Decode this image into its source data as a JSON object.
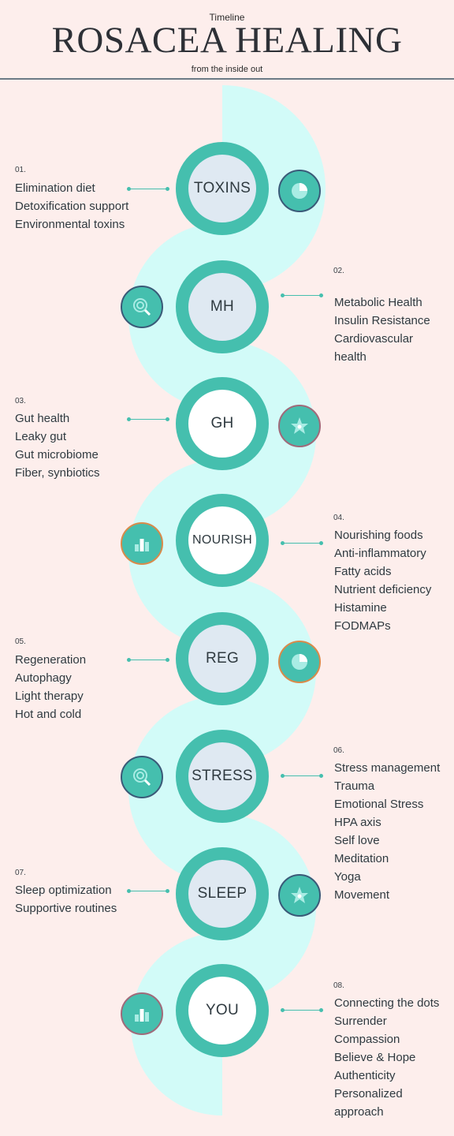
{
  "header": {
    "kicker": "Timeline",
    "title": "ROSACEA HEALING",
    "subtitle": "from the inside out"
  },
  "colors": {
    "background": "#fdeeec",
    "ring": "#45bfae",
    "path": "#d2fbf8",
    "ring_fill_blue": "#dfe9f2",
    "text": "#2f3a40"
  },
  "steps": [
    {
      "number": "01.",
      "label": "TOXINS",
      "icon": "pie-chart-icon",
      "items": [
        "Elimination diet",
        "Detoxification support",
        "Environmental toxins"
      ]
    },
    {
      "number": "02.",
      "label": "MH",
      "icon": "magnifier-icon",
      "items": [
        "Metabolic Health",
        "Insulin Resistance",
        "Cardiovascular",
        "health"
      ]
    },
    {
      "number": "03.",
      "label": "GH",
      "icon": "star-icon",
      "items": [
        "Gut health",
        "Leaky gut",
        "Gut microbiome",
        "Fiber, synbiotics"
      ]
    },
    {
      "number": "04.",
      "label": "NOURISH",
      "icon": "bar-chart-icon",
      "items": [
        "Nourishing foods",
        "Anti-inflammatory",
        "Fatty acids",
        "Nutrient deficiency",
        "Histamine",
        "FODMAPs"
      ]
    },
    {
      "number": "05.",
      "label": "REG",
      "icon": "pie-chart-icon",
      "items": [
        "Regeneration",
        "Autophagy",
        "Light therapy",
        "Hot and cold"
      ]
    },
    {
      "number": "06.",
      "label": "STRESS",
      "icon": "magnifier-icon",
      "items": [
        "Stress management",
        "Trauma",
        "Emotional Stress",
        "HPA axis",
        "Self love",
        "Meditation",
        "Yoga",
        "Movement"
      ]
    },
    {
      "number": "07.",
      "label": "SLEEP",
      "icon": "star-icon",
      "items": [
        "Sleep optimization",
        "Supportive routines"
      ]
    },
    {
      "number": "08.",
      "label": "YOU",
      "icon": "bar-chart-icon",
      "items": [
        "Connecting the dots",
        "Surrender",
        "Compassion",
        "Believe & Hope",
        "Authenticity",
        "Personalized",
        "approach"
      ]
    }
  ]
}
